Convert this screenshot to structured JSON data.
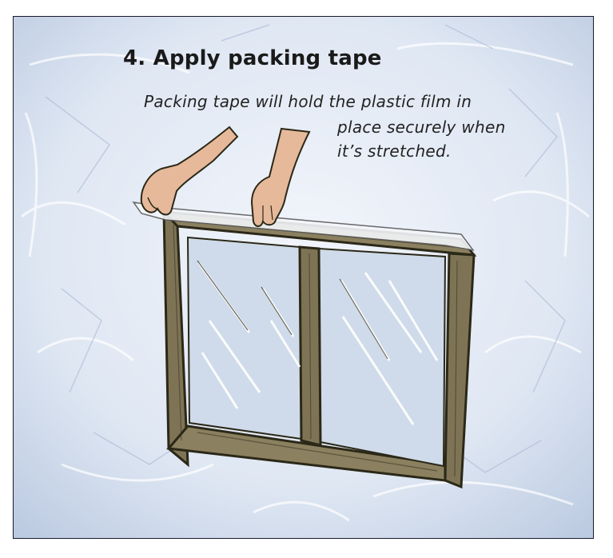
{
  "step": {
    "title": "4. Apply packing tape",
    "description_lines": [
      "Packing tape will hold the plastic film in",
      "place securely when",
      "it’s stretched."
    ]
  },
  "colors": {
    "background": "#d9e3f1",
    "frame_wood": "#8a7e5e",
    "frame_dark": "#3a3626",
    "glass": "#c8d6e6",
    "skin": "#e6b99a"
  },
  "icons": {
    "illustration": "window-frame-with-hands-applying-tape"
  }
}
